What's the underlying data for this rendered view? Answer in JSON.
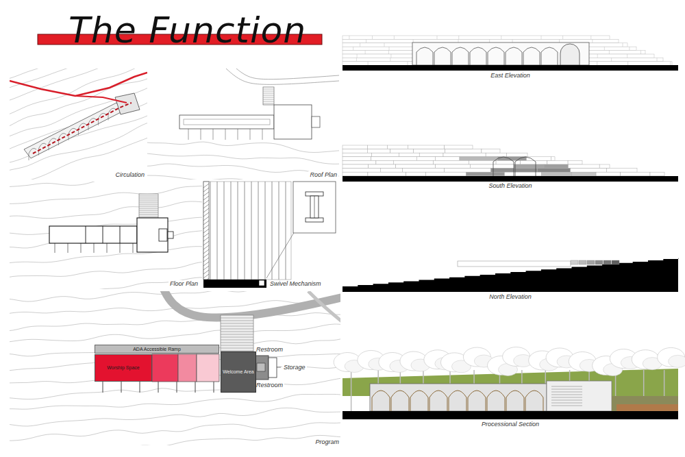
{
  "diagram": {
    "title": "The Function",
    "nodes": [
      {
        "text": [
          "ADA Accessible Ramp"
        ]
      },
      {
        "text": [
          "Worship Space"
        ]
      },
      {
        "text": [
          "Welcome Area"
        ]
      }
    ],
    "labels": [
      "Circulation",
      "Roof Plan",
      "Floor Plan",
      "Swivel Mechanism",
      "Program",
      "Restroom",
      "Storage",
      "Restroom",
      "East Elevation",
      "South Elevation",
      "North Elevation",
      "Processional Section"
    ]
  }
}
